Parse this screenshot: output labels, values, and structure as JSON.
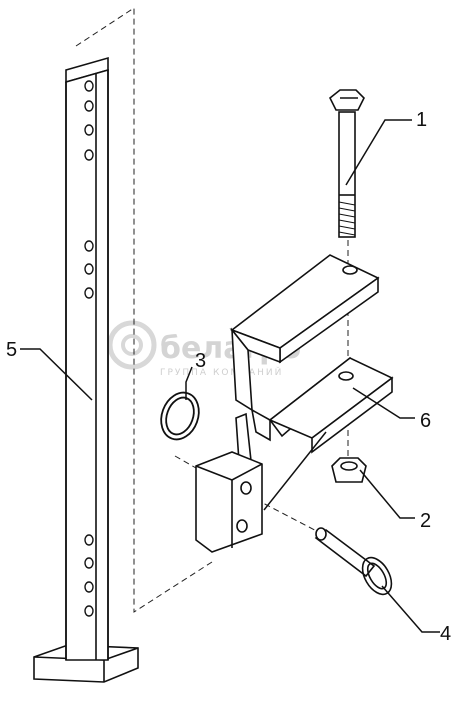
{
  "diagram": {
    "callouts": [
      {
        "id": "1",
        "text": "1"
      },
      {
        "id": "2",
        "text": "2"
      },
      {
        "id": "3",
        "text": "3"
      },
      {
        "id": "4",
        "text": "4"
      },
      {
        "id": "5",
        "text": "5"
      },
      {
        "id": "6",
        "text": "6"
      }
    ],
    "watermark": {
      "brand": "белагро",
      "tagline": "ГРУППА КОМПАНИЙ"
    },
    "parts": [
      "bolt",
      "nut",
      "spring-ring",
      "lock-pin",
      "post",
      "bracket"
    ]
  }
}
